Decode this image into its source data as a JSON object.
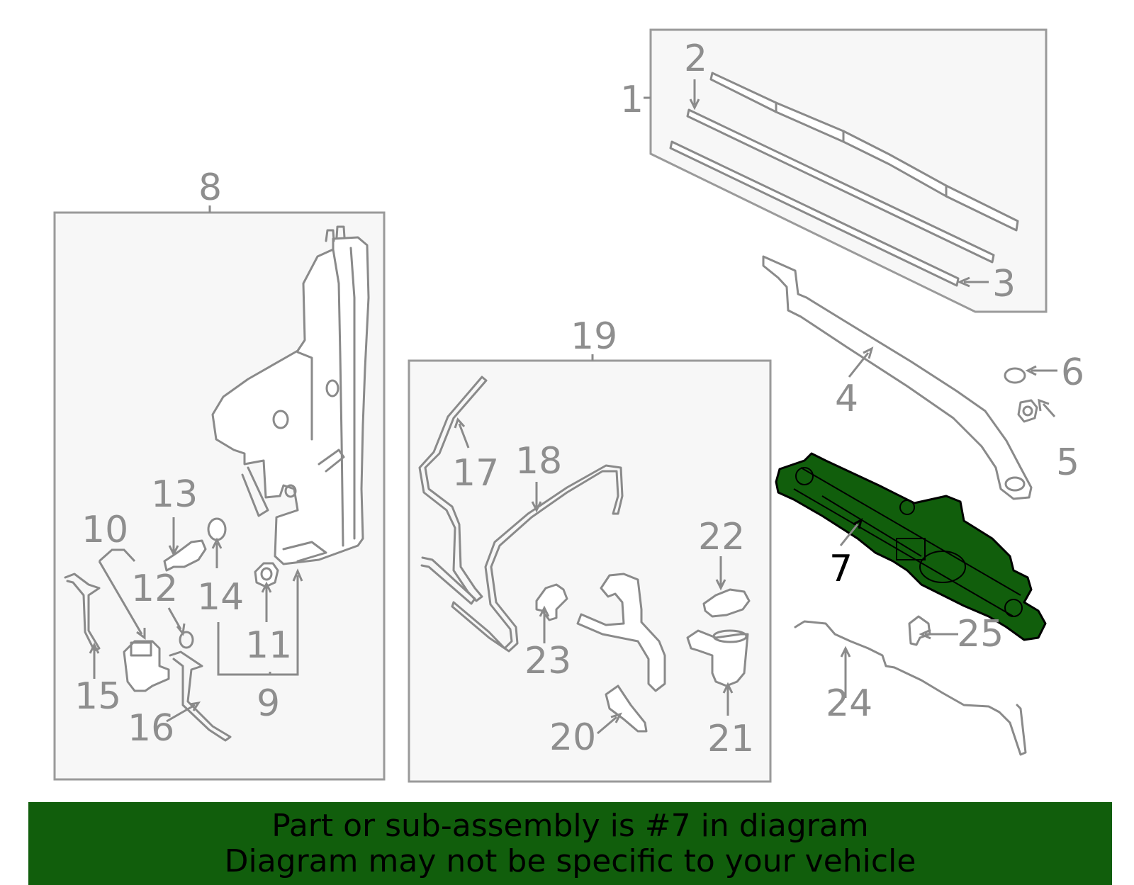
{
  "callouts": {
    "c1": "1",
    "c2": "2",
    "c3": "3",
    "c4": "4",
    "c5": "5",
    "c6": "6",
    "c7": "7",
    "c8": "8",
    "c9": "9",
    "c10": "10",
    "c11": "11",
    "c12": "12",
    "c13": "13",
    "c14": "14",
    "c15": "15",
    "c16": "16",
    "c17": "17",
    "c18": "18",
    "c19": "19",
    "c20": "20",
    "c21": "21",
    "c22": "22",
    "c23": "23",
    "c24": "24",
    "c25": "25"
  },
  "highlight": {
    "part_number": "7",
    "color": "#115e0c"
  },
  "colors": {
    "line": "#8a8a8a",
    "box_fill": "#f7f7f7",
    "banner": "#115e0c"
  },
  "banner": {
    "line1": "Part or sub-assembly is #7 in diagram",
    "line2": "Diagram may not be specific to your vehicle"
  }
}
